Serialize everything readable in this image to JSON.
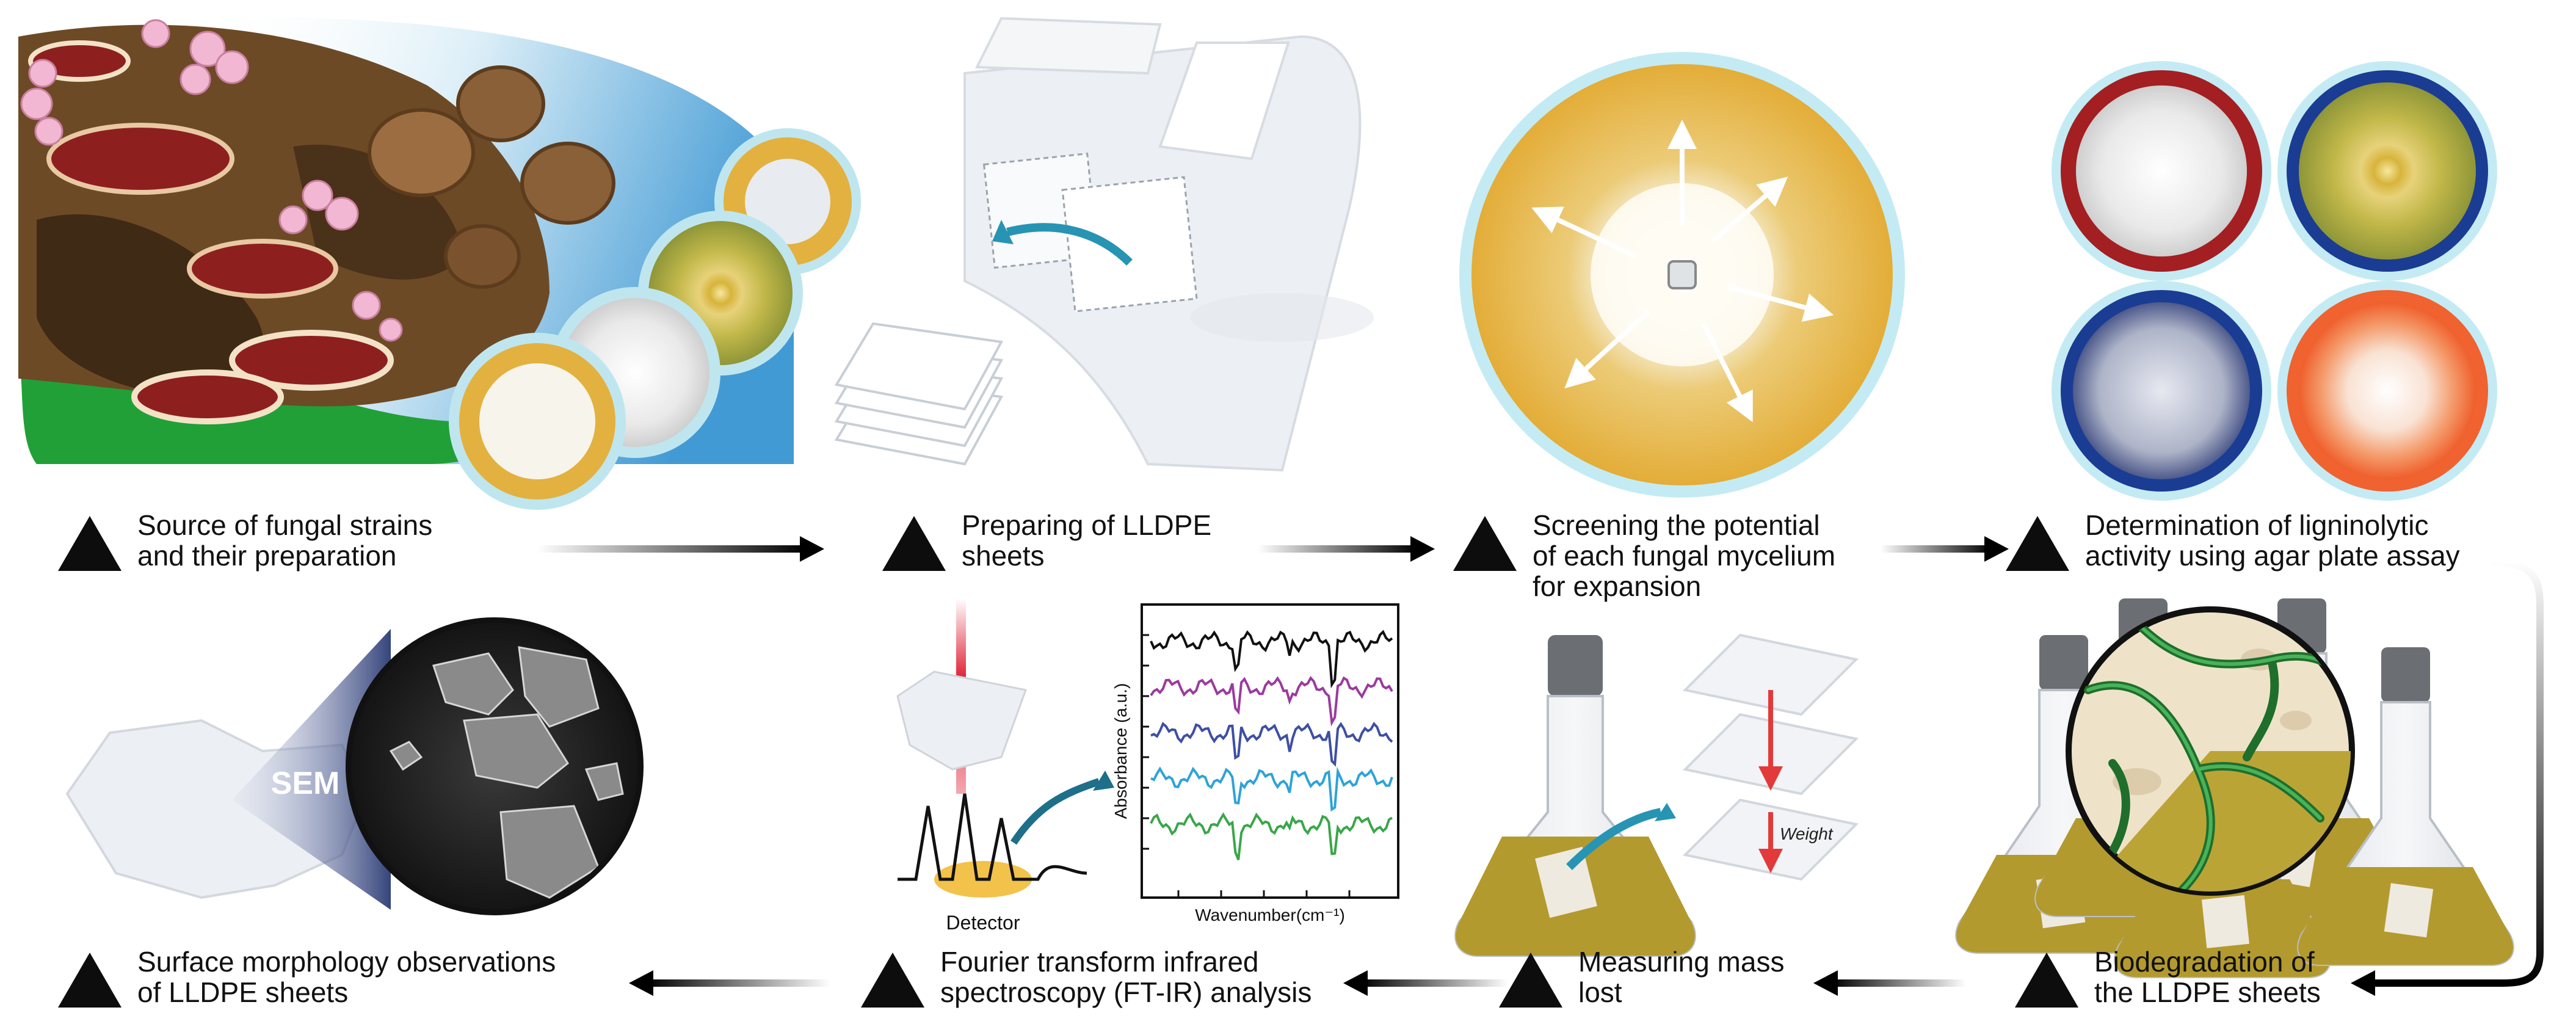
{
  "steps": {
    "s1": {
      "line1": "Source of fungal strains",
      "line2": "and their preparation"
    },
    "s2": {
      "line1": "Preparing of LLDPE",
      "line2": "sheets"
    },
    "s3": {
      "line1": "Screening the potential",
      "line2": "of each fungal mycelium",
      "line3": "for expansion"
    },
    "s4": {
      "line1": "Determination of ligninolytic",
      "line2": "activity using agar plate assay"
    },
    "s5": {
      "line1": "Biodegradation of",
      "line2": "the LLDPE sheets"
    },
    "s6": {
      "line1": "Measuring mass",
      "line2": "lost"
    },
    "s7": {
      "line1": "Fourier transform infrared",
      "line2": "spectroscopy (FT-IR) analysis"
    },
    "s8": {
      "line1": "Surface morphology observations",
      "line2": "of LLDPE sheets"
    }
  },
  "labels": {
    "sem": "SEM",
    "detector": "Detector",
    "weight": "Weight",
    "ftir_ylabel": "Absorbance (a.u.)",
    "ftir_xlabel": "Wavenumber(cm⁻¹)"
  },
  "colors": {
    "agar_yellow": "#e5b23f",
    "mycelium_white": "#f7f4ec",
    "plate_rim": "#aee3ee",
    "reishi_red": "#8e1f1f",
    "mushroom_brown": "#8a6038",
    "grass_green": "#21a038",
    "culture_broth": "#b39a2e",
    "hyphae_green": "#2f8f3c",
    "arrow_teal": "#2794b3",
    "weight_red": "#e23a3a",
    "plate_red": "#a31f22",
    "plate_blue": "#1a3c93",
    "plate_orange": "#f0622f",
    "plate_olive": "#b0b03a"
  },
  "ftir_series_colors": [
    "#111111",
    "#9b3a9e",
    "#3e4fa3",
    "#2ea3d8",
    "#3aa64a"
  ]
}
